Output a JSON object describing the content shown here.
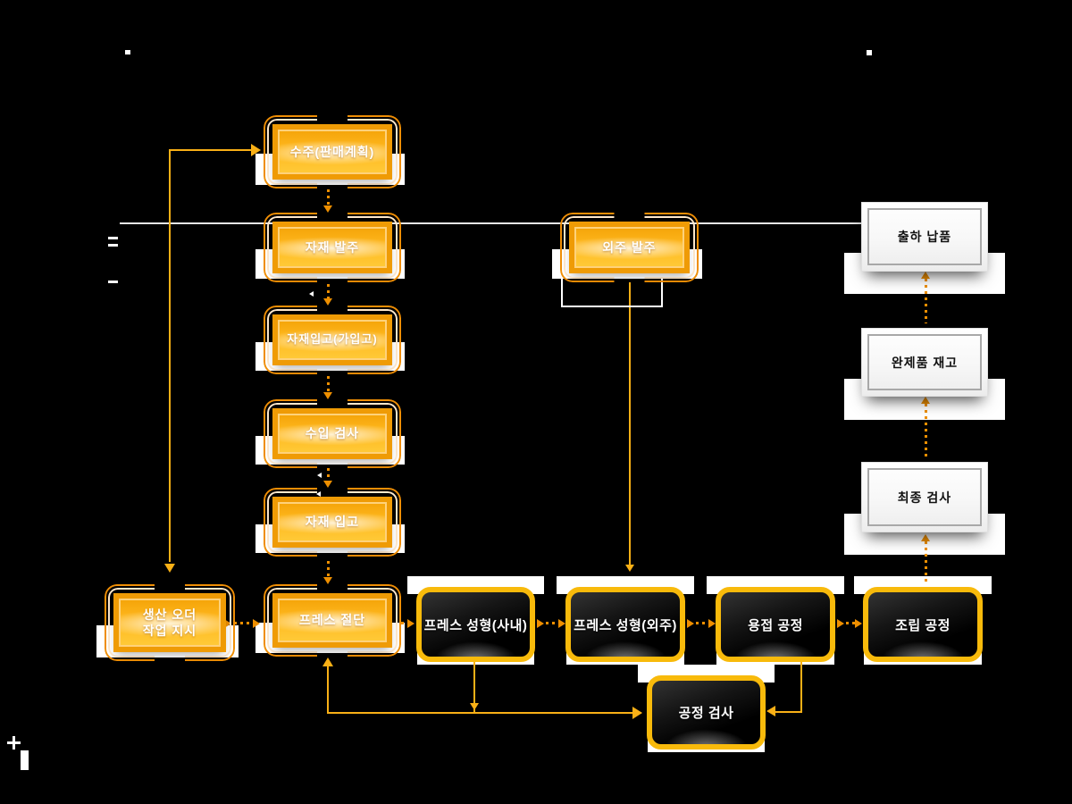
{
  "colors": {
    "background": "#000000",
    "accent_orange": "#F9B016",
    "dotted_orange": "#EE8F00",
    "orange_frame": "#EF8E05",
    "orange_fill_top": "#F5A50A",
    "orange_fill_bottom": "#FFC937",
    "yellow_border": "#F8BA0B",
    "black_fill": "#0A0A0A",
    "white_box_border": "#A8A8A8",
    "white_line": "#E6E6E6"
  },
  "nodes": {
    "suju": {
      "label": "수주(판매계획)",
      "type": "orange"
    },
    "jajae_balju": {
      "label": "자재 발주",
      "type": "orange"
    },
    "jajae_ipgo_ga": {
      "label": "자재입고(가입고)",
      "type": "orange"
    },
    "suip_gumsa": {
      "label": "수입 검사",
      "type": "orange"
    },
    "jajae_ipgo": {
      "label": "자재 입고",
      "type": "orange"
    },
    "press_juldan": {
      "label": "프레스 절단",
      "type": "orange"
    },
    "saengsan_order": {
      "label": "생산 오더\n작업 지시",
      "type": "orange"
    },
    "oeju_balju": {
      "label": "외주 발주",
      "type": "orange"
    },
    "chulha_nappum": {
      "label": "출하 납품",
      "type": "white"
    },
    "wanjepum_jaego": {
      "label": "완제품 재고",
      "type": "white"
    },
    "choejong_gumsa": {
      "label": "최종 검사",
      "type": "white"
    },
    "press_sunghyung_sanae": {
      "label": "프레스 성형(사내)",
      "type": "black"
    },
    "press_sunghyung_oeju": {
      "label": "프레스 성형(외주)",
      "type": "black"
    },
    "yongjub_gongjung": {
      "label": "용접 공정",
      "type": "black"
    },
    "jorib_gongjung": {
      "label": "조립 공정",
      "type": "black"
    },
    "gongjung_gumsa": {
      "label": "공정 검사",
      "type": "black"
    }
  },
  "edges": [
    {
      "from": "suju",
      "to": "jajae_balju",
      "style": "dotted"
    },
    {
      "from": "jajae_balju",
      "to": "jajae_ipgo_ga",
      "style": "dotted"
    },
    {
      "from": "jajae_ipgo_ga",
      "to": "suip_gumsa",
      "style": "dotted"
    },
    {
      "from": "suip_gumsa",
      "to": "jajae_ipgo",
      "style": "dotted"
    },
    {
      "from": "jajae_ipgo",
      "to": "press_juldan",
      "style": "dotted"
    },
    {
      "from": "saengsan_order",
      "to": "suju",
      "style": "solid"
    },
    {
      "from": "saengsan_order",
      "to": "press_juldan",
      "style": "dotted"
    },
    {
      "from": "oeju_balju",
      "to": "press_sunghyung_oeju",
      "style": "solid"
    },
    {
      "from": "press_juldan",
      "to": "press_sunghyung_sanae",
      "style": "dotted"
    },
    {
      "from": "press_sunghyung_sanae",
      "to": "press_sunghyung_oeju",
      "style": "dotted"
    },
    {
      "from": "press_sunghyung_oeju",
      "to": "yongjub_gongjung",
      "style": "dotted"
    },
    {
      "from": "yongjub_gongjung",
      "to": "jorib_gongjung",
      "style": "dotted"
    },
    {
      "from": "jorib_gongjung",
      "to": "choejong_gumsa",
      "style": "dotted"
    },
    {
      "from": "choejong_gumsa",
      "to": "wanjepum_jaego",
      "style": "dotted"
    },
    {
      "from": "wanjepum_jaego",
      "to": "chulha_nappum",
      "style": "dotted"
    },
    {
      "from": "press_sunghyung_sanae",
      "to": "gongjung_gumsa",
      "style": "solid"
    },
    {
      "from": "yongjub_gongjung",
      "to": "gongjung_gumsa",
      "style": "solid"
    },
    {
      "from": "gongjung_gumsa",
      "to": "press_juldan",
      "style": "solid"
    }
  ],
  "decorations": [
    "plus-icon",
    "white-dot-top-left",
    "white-dot-top-right",
    "white-bar-bottom-left",
    "left-edge-dashes",
    "horizontal-white-line"
  ]
}
